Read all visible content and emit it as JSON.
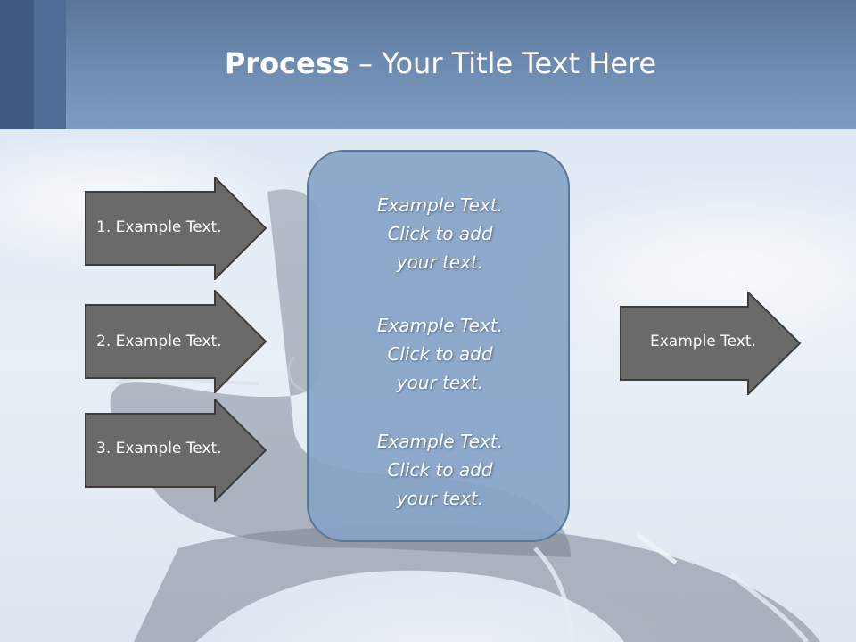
{
  "title": {
    "bold": "Process",
    "rest": " – Your Title Text Here"
  },
  "inputs": [
    {
      "label": "1. Example Text."
    },
    {
      "label": "2. Example Text."
    },
    {
      "label": "3. Example Text."
    }
  ],
  "center": {
    "blocks": [
      {
        "lines": [
          "Example Text.",
          "Click  to add",
          "your text."
        ]
      },
      {
        "lines": [
          "Example Text.",
          "Click  to add",
          "your text."
        ]
      },
      {
        "lines": [
          "Example Text.",
          "Click  to add",
          "your text."
        ]
      }
    ]
  },
  "output": {
    "label": "Example Text."
  },
  "colors": {
    "header": "#6f8db3",
    "arrow_fill": "#6a6a6a",
    "arrow_stroke": "#3c3c3c",
    "center_fill": "#87a3c7"
  }
}
